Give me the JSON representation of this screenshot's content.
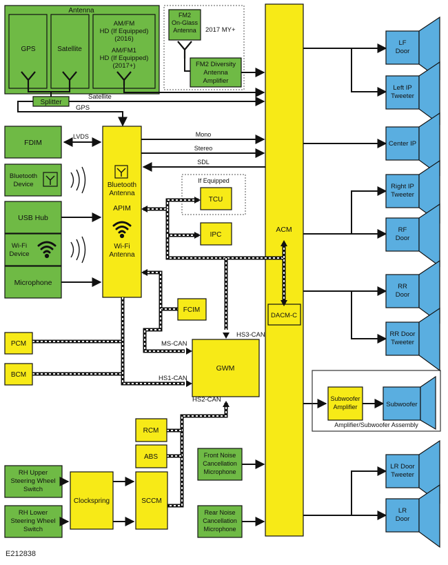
{
  "colors": {
    "module_yellow": "#f7ea17",
    "antenna_green": "#6fba45",
    "speaker_blue": "#5aaee0",
    "outline": "#111111"
  },
  "icons": [
    "antenna-icon",
    "wifi-icon",
    "bluetooth-antenna-icon",
    "wireless-waves-icon",
    "speaker-icon"
  ],
  "antenna": {
    "group_label": "Antenna",
    "gps": "GPS",
    "satellite": "Satellite",
    "amfm_line1": "AM/FM",
    "amfm_line2": "HD (If Equipped)",
    "amfm_line3": "(2016)",
    "amfm1_line1": "AM/FM1",
    "amfm1_line2": "HD (If Equipped)",
    "amfm1_line3": "(2017+)",
    "splitter": "Splitter",
    "satellite_line": "Satellite",
    "gps_line": "GPS"
  },
  "fm2": {
    "onglass_line1": "FM2",
    "onglass_line2": "On-Glass",
    "onglass_line3": "Antenna",
    "my_label": "2017 MY+",
    "amp_line1": "FM2 Diversity",
    "amp_line2": "Antenna",
    "amp_line3": "Amplifier"
  },
  "left_modules": {
    "fdim": "FDIM",
    "bt_line1": "Bluetooth",
    "bt_line2": "Device",
    "usb": "USB Hub",
    "wifi_line1": "Wi-Fi",
    "wifi_line2": "Device",
    "mic": "Microphone",
    "pcm": "PCM",
    "bcm": "BCM"
  },
  "apim": {
    "bt_line1": "Bluetooth",
    "bt_line2": "Antenna",
    "name": "APIM",
    "wifi_line1": "Wi-Fi",
    "wifi_line2": "Antenna"
  },
  "signals": {
    "lvds": "LVDS",
    "mono": "Mono",
    "stereo": "Stereo",
    "sdl": "SDL",
    "ms_can": "MS-CAN",
    "hs1_can": "HS1-CAN",
    "hs2_can": "HS2-CAN",
    "hs3_can": "HS3-CAN"
  },
  "middle_modules": {
    "if_equipped": "If Equipped",
    "tcu": "TCU",
    "ipc": "IPC",
    "fcim": "FCIM",
    "gwm": "GWM",
    "rcm": "RCM",
    "abs": "ABS",
    "sccm": "SCCM",
    "clockspring": "Clockspring",
    "rh_upper_line1": "RH Upper",
    "rh_upper_line2": "Steering Wheel",
    "rh_upper_line3": "Switch",
    "rh_lower_line1": "RH Lower",
    "rh_lower_line2": "Steering Wheel",
    "rh_lower_line3": "Switch",
    "front_noise_line1": "Front Noise",
    "front_noise_line2": "Cancellation",
    "front_noise_line3": "Microphone",
    "rear_noise_line1": "Rear Noise",
    "rear_noise_line2": "Cancellation",
    "rear_noise_line3": "Microphone"
  },
  "acm": {
    "name": "ACM",
    "dacm": "DACM-C"
  },
  "speakers": {
    "lf_line1": "LF",
    "lf_line2": "Door",
    "left_ip_line1": "Left IP",
    "left_ip_line2": "Tweeter",
    "center_ip": "Center IP",
    "right_ip_line1": "Right IP",
    "right_ip_line2": "Tweeter",
    "rf_line1": "RF",
    "rf_line2": "Door",
    "rr_line1": "RR",
    "rr_line2": "Door",
    "rr_tweeter_line1": "RR Door",
    "rr_tweeter_line2": "Tweeter",
    "sub_amp_line1": "Subwoofer",
    "sub_amp_line2": "Amplifier",
    "subwoofer": "Subwoofer",
    "assembly": "Amplifier/Subwoofer Assembly",
    "lr_tweeter_line1": "LR Door",
    "lr_tweeter_line2": "Tweeter",
    "lr_line1": "LR",
    "lr_line2": "Door"
  },
  "figure_id": "E212838"
}
